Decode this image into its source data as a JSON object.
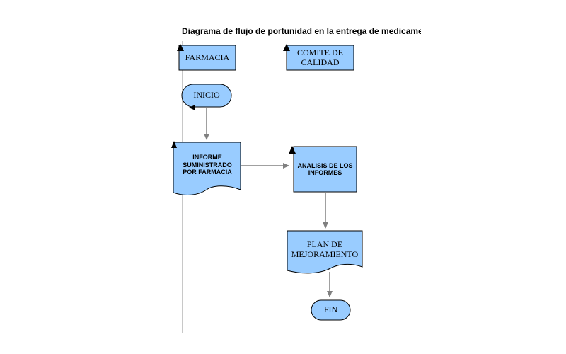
{
  "title": "Diagrama de flujo de portunidad en la entrega de medicamentos",
  "lanes": {
    "farmacia": "FARMACIA",
    "comite": "COMITE DE CALIDAD"
  },
  "nodes": {
    "inicio": "INICIO",
    "informe": "INFORME SUMINISTRADO POR FARMACIA",
    "analisis": "ANALISIS DE LOS INFORMES",
    "plan": "PLAN DE MEJORAMIENTO",
    "fin": "FIN"
  },
  "colors": {
    "fill": "#99ccff",
    "stroke": "#000000",
    "connector": "#808080"
  }
}
